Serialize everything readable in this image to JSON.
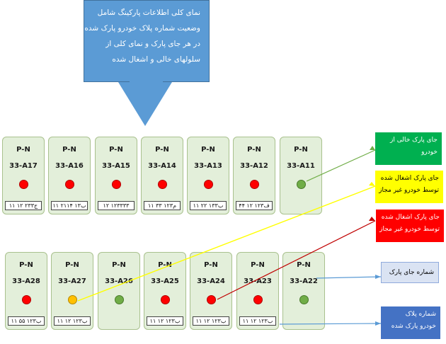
{
  "callout": {
    "lines": [
      "نمای کلی اطلاعات پارکینگ شامل",
      "وضعیت شماره پلاک خودرو پارک شده",
      "در هر جای پارک و نمای کلی از",
      "سلولهای خالی و اشغال شده"
    ],
    "color": "#5b9bd5"
  },
  "slot_label": "P-N",
  "rows": [
    {
      "slots": [
        {
          "code": "33-A17",
          "status": "red",
          "plate": "۱۱ ج۲۳۳ ۱۲"
        },
        {
          "code": "33-A16",
          "status": "red",
          "plate": "۱۱ ۲۱ب۱۳ ۱۴"
        },
        {
          "code": "33-A15",
          "status": "red",
          "plate": "۱۲ ۱۲۳۳۳۳"
        },
        {
          "code": "33-A14",
          "status": "red",
          "plate": "۱۱ م۱۲۳ ۳۳"
        },
        {
          "code": "33-A13",
          "status": "red",
          "plate": "۱۱ ب۱۳۳ ۲۲"
        },
        {
          "code": "33-A12",
          "status": "red",
          "plate": "۴۴ ف۱۲۳ ۱۲"
        },
        {
          "code": "33-A11",
          "status": "green",
          "plate": ""
        }
      ]
    },
    {
      "slots": [
        {
          "code": "33-A28",
          "status": "red",
          "plate": "۱۱ ب۱۲۳ ۵۵"
        },
        {
          "code": "33-A27",
          "status": "yellow",
          "plate": "۱۱ ب۱۲۳ ۱۲"
        },
        {
          "code": "33-A26",
          "status": "green",
          "plate": ""
        },
        {
          "code": "33-A25",
          "status": "red",
          "plate": "۱۱ ب۱۲۳ ۱۲"
        },
        {
          "code": "33-A24",
          "status": "red",
          "plate": "۱۱ ب۱۲۳ ۱۲"
        },
        {
          "code": "33-A23",
          "status": "red",
          "plate": "۱۱ ب۱۲۳ ۱۲"
        },
        {
          "code": "33-A22",
          "status": "green",
          "plate": ""
        }
      ]
    }
  ],
  "legend": [
    {
      "lines": [
        "جای پارک خالی از",
        "خودرو"
      ],
      "bg": "#00b050",
      "color": "#ffffff"
    },
    {
      "lines": [
        "جای پارک اشغال شده",
        "توسط خودرو غیر مجاز"
      ],
      "bg": "#ffff00",
      "color": "#000000"
    },
    {
      "lines": [
        "جای پارک اشغال شده",
        "توسط خودرو غیر مجاز"
      ],
      "bg": "#ff0000",
      "color": "#ffffff"
    },
    {
      "lines": [
        "شماره جای پارک"
      ],
      "bg": "#dae3f3",
      "color": "#000000"
    },
    {
      "lines": [
        "شماره پلاک",
        "خودرو پارک شده"
      ],
      "bg": "#4472c4",
      "color": "#ffffff"
    }
  ],
  "colors": {
    "red": "#ff0000",
    "green": "#70ad47",
    "yellow": "#ffc000",
    "line_green": "#70ad47",
    "line_yellow": "#ffff00",
    "line_red": "#c00000",
    "line_blue": "#5b9bd5"
  }
}
